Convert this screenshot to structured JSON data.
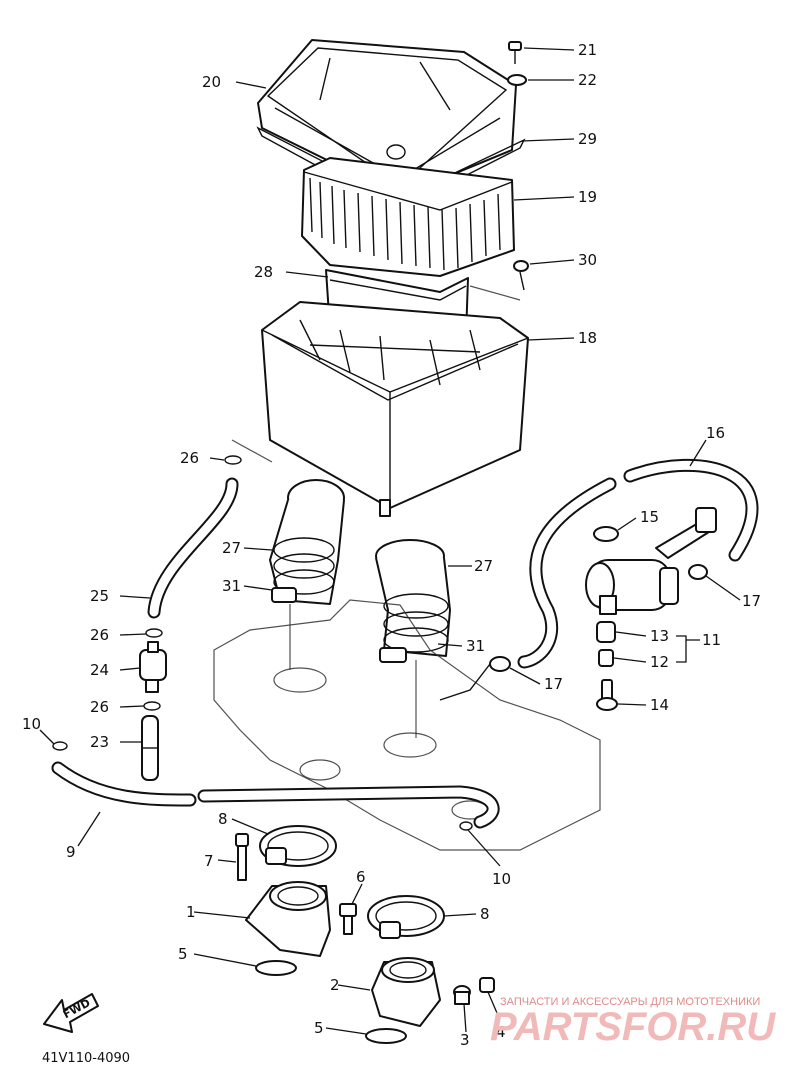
{
  "diagram_code": "41V110-4090",
  "forward_label": "FWD",
  "watermark": {
    "logo_text": "PARTSFOR.RU",
    "tagline": "ЗАПЧАСТИ И АКСЕССУАРЫ ДЛЯ МОТОТЕХНИКИ"
  },
  "callouts": [
    {
      "id": "c1",
      "text": "1"
    },
    {
      "id": "c2",
      "text": "2"
    },
    {
      "id": "c3",
      "text": "3"
    },
    {
      "id": "c4",
      "text": "4"
    },
    {
      "id": "c5a",
      "text": "5"
    },
    {
      "id": "c5b",
      "text": "5"
    },
    {
      "id": "c6",
      "text": "6"
    },
    {
      "id": "c7",
      "text": "7"
    },
    {
      "id": "c8a",
      "text": "8"
    },
    {
      "id": "c8b",
      "text": "8"
    },
    {
      "id": "c9",
      "text": "9"
    },
    {
      "id": "c10a",
      "text": "10"
    },
    {
      "id": "c10b",
      "text": "10"
    },
    {
      "id": "c11",
      "text": "11"
    },
    {
      "id": "c12",
      "text": "12"
    },
    {
      "id": "c13",
      "text": "13"
    },
    {
      "id": "c14",
      "text": "14"
    },
    {
      "id": "c15",
      "text": "15"
    },
    {
      "id": "c16",
      "text": "16"
    },
    {
      "id": "c17a",
      "text": "17"
    },
    {
      "id": "c17b",
      "text": "17"
    },
    {
      "id": "c18",
      "text": "18"
    },
    {
      "id": "c19",
      "text": "19"
    },
    {
      "id": "c20",
      "text": "20"
    },
    {
      "id": "c21",
      "text": "21"
    },
    {
      "id": "c22",
      "text": "22"
    },
    {
      "id": "c23",
      "text": "23"
    },
    {
      "id": "c24",
      "text": "24"
    },
    {
      "id": "c25",
      "text": "25"
    },
    {
      "id": "c26a",
      "text": "26"
    },
    {
      "id": "c26b",
      "text": "26"
    },
    {
      "id": "c26c",
      "text": "26"
    },
    {
      "id": "c27a",
      "text": "27"
    },
    {
      "id": "c27b",
      "text": "27"
    },
    {
      "id": "c28",
      "text": "28"
    },
    {
      "id": "c29",
      "text": "29"
    },
    {
      "id": "c30",
      "text": "30"
    },
    {
      "id": "c31a",
      "text": "31"
    },
    {
      "id": "c31b",
      "text": "31"
    }
  ]
}
